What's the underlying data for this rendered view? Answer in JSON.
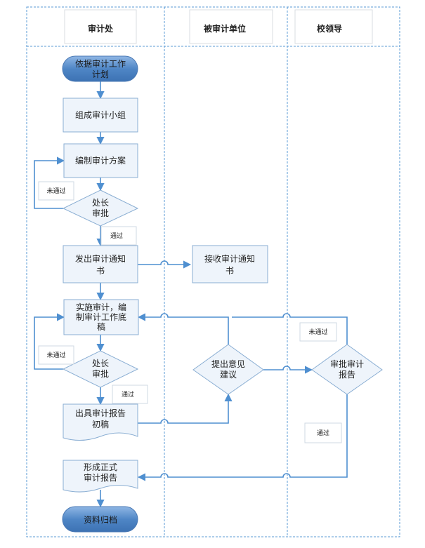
{
  "lanes": [
    {
      "title": "审计处"
    },
    {
      "title": "被审计单位"
    },
    {
      "title": "校领导"
    }
  ],
  "nodes": {
    "start": {
      "lines": [
        "依据审计工作",
        "计划"
      ]
    },
    "team": {
      "lines": [
        "组成审计小组"
      ]
    },
    "plan": {
      "lines": [
        "编制审计方案"
      ]
    },
    "approve1": {
      "lines": [
        "处长",
        "审批"
      ]
    },
    "notice": {
      "lines": [
        "发出审计通知",
        "书"
      ]
    },
    "receive": {
      "lines": [
        "接收审计通知",
        "书"
      ]
    },
    "implement": {
      "lines": [
        "实施审计，编",
        "制审计工作底",
        "稿"
      ]
    },
    "approve2": {
      "lines": [
        "处长",
        "审批"
      ]
    },
    "draft": {
      "lines": [
        "出具审计报告",
        "初稿"
      ]
    },
    "opinion": {
      "lines": [
        "提出意见",
        "建议"
      ]
    },
    "leader": {
      "lines": [
        "审批审计",
        "报告"
      ]
    },
    "final": {
      "lines": [
        "形成正式",
        "审计报告"
      ]
    },
    "archive": {
      "lines": [
        "资料归档"
      ]
    }
  },
  "edge_labels": {
    "fail1": "未通过",
    "pass1": "通过",
    "fail2": "未通过",
    "pass2": "通过",
    "fail3": "未通过",
    "pass3": "通过"
  },
  "colors": {
    "lane_border": "#5b9bd5",
    "shape_fill": "#eef4fb",
    "shape_stroke": "#7fa7d0",
    "terminal_fill": "#4f86c6",
    "connector": "#4f8fd0",
    "label_box": "#cfd8e3"
  }
}
